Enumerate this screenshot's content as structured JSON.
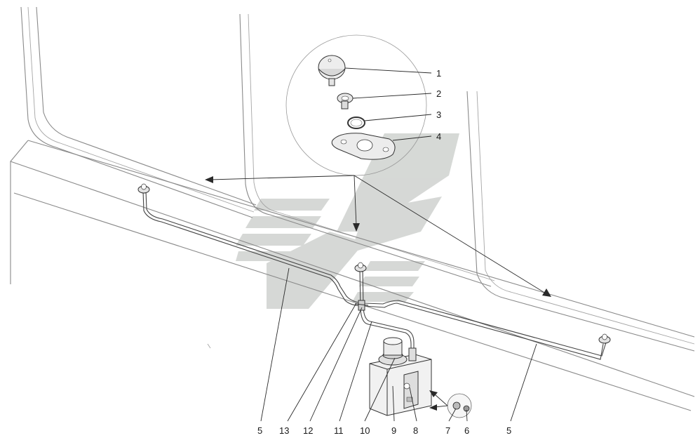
{
  "diagram": {
    "type": "exploded-assembly-drawing",
    "callouts": [
      "1",
      "2",
      "3",
      "4",
      "5",
      "13",
      "12",
      "11",
      "10",
      "9",
      "8",
      "7",
      "6",
      "5"
    ],
    "watermark": "logo-stripes",
    "colors": {
      "line": "#2a2a2a",
      "cab_outline": "#8a8a8a",
      "watermark": "#c8cbc8"
    }
  }
}
